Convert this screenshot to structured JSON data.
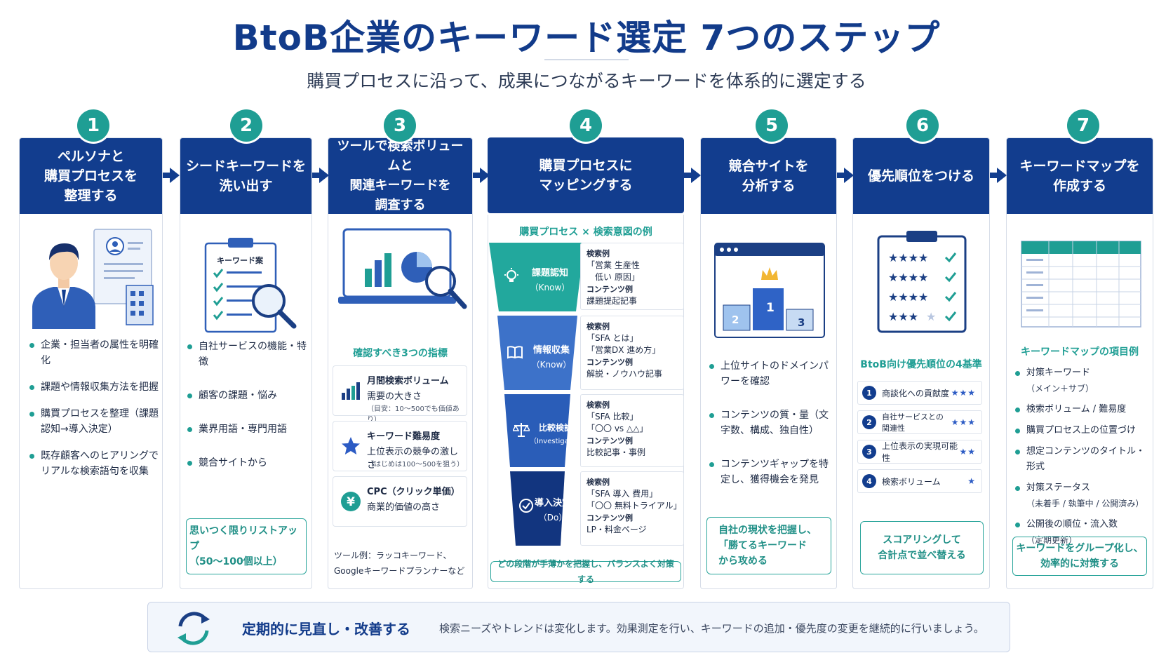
{
  "title": "BtoB企業のキーワード選定 7つのステップ",
  "subtitle": "購買プロセスに沿って、成果につながるキーワードを体系的に選定する",
  "steps": [
    {
      "number": "1",
      "heading": "ペルソナと\n購買プロセスを\n整理する",
      "bullets": [
        "企業・担当者の属性を明確化",
        "課題や情報収集方法を把握",
        "購買プロセスを整理（課題認知→導入決定）",
        "既存顧客へのヒアリングでリアルな検索語句を収集"
      ]
    },
    {
      "number": "2",
      "heading": "シードキーワードを\n洗い出す",
      "clipboard_label": "キーワード案",
      "bullets": [
        "自社サービスの機能・特徴",
        "顧客の課題・悩み",
        "業界用語・専門用語",
        "競合サイトから"
      ],
      "note": "思いつく限りリストアップ\n（50〜100個以上）"
    },
    {
      "number": "3",
      "heading": "ツールで検索ボリュームと\n関連キーワードを\n調査する",
      "metrics_title": "確認すべき3つの指標",
      "metrics": [
        {
          "title": "月間検索ボリューム",
          "desc": "需要の大きさ",
          "note": "（目安：10〜500でも価値あり）"
        },
        {
          "title": "キーワード難易度",
          "desc": "上位表示の競争の激しさ",
          "note": "（はじめは100〜500を狙う）"
        },
        {
          "title": "CPC（クリック単価）",
          "desc": "商業的価値の高さ",
          "note": ""
        }
      ],
      "tools": "ツール例：ラッコキーワード、\nGoogleキーワードプランナーなど"
    },
    {
      "number": "4",
      "heading": "購買プロセスに\nマッピングする",
      "funnel_title": "購買プロセス × 検索意図の例",
      "search_label": "検索例",
      "content_label": "コンテンツ例",
      "stages": [
        {
          "name": "課題認知",
          "en": "（Know）",
          "search": "「営業 生産性\n　低い 原因」",
          "content": "課題提起記事"
        },
        {
          "name": "情報収集",
          "en": "（Know）",
          "search": "「SFA とは」\n「営業DX 進め方」",
          "content": "解説・ノウハウ記事"
        },
        {
          "name": "比較検討",
          "en": "（Investigate）",
          "search": "「SFA 比較」\n「〇〇 vs △△」",
          "content": "比較記事・事例"
        },
        {
          "name": "導入決定",
          "en": "（Do）",
          "search": "「SFA 導入 費用」\n「〇〇 無料トライアル」",
          "content": "LP・料金ページ"
        }
      ],
      "note": "どの段階が手薄かを把握し、バランスよく対策する"
    },
    {
      "number": "5",
      "heading": "競合サイトを\n分析する",
      "podium": [
        "2",
        "1",
        "3"
      ],
      "bullets": [
        "上位サイトのドメインパワーを確認",
        "コンテンツの質・量（文字数、構成、独自性）",
        "コンテンツギャップを特定し、獲得機会を発見"
      ],
      "note": "自社の現状を把握し、\n「勝てるキーワード\nから攻める"
    },
    {
      "number": "6",
      "heading": "優先順位をつける",
      "criteria_title": "BtoB向け優先順位の4基準",
      "criteria": [
        {
          "num": "1",
          "text": "商談化への貢献度",
          "stars": "★★★"
        },
        {
          "num": "2",
          "text": "自社サービスとの関連性",
          "stars": "★★★"
        },
        {
          "num": "3",
          "text": "上位表示の実現可能性",
          "stars": "★★"
        },
        {
          "num": "4",
          "text": "検索ボリューム",
          "stars": "★"
        }
      ],
      "note": "スコアリングして\n合計点で並べ替える"
    },
    {
      "number": "7",
      "heading": "キーワードマップを\n作成する",
      "items_title": "キーワードマップの項目例",
      "items": [
        {
          "main": "対策キーワード",
          "sub": "（メイン＋サブ）"
        },
        {
          "main": "検索ボリューム / 難易度",
          "sub": ""
        },
        {
          "main": "購買プロセス上の位置づけ",
          "sub": ""
        },
        {
          "main": "想定コンテンツのタイトル・形式",
          "sub": ""
        },
        {
          "main": "対策ステータス",
          "sub": "（未着手 / 執筆中 / 公開済み）"
        },
        {
          "main": "公開後の順位・流入数",
          "sub": "（定期更新）"
        }
      ],
      "note": "キーワードをグループ化し、\n効率的に対策する"
    }
  ],
  "footer": {
    "title": "定期的に見直し・改善する",
    "text": "検索ニーズやトレンドは変化します。効果測定を行い、キーワードの追加・優先度の変更を継続的に行いましょう。"
  },
  "colors": {
    "navy": "#123d8e",
    "teal": "#1f9e94",
    "stage1": "#22a89d",
    "stage2": "#3d72c9",
    "stage3": "#2a5db8",
    "stage4": "#12357f"
  }
}
